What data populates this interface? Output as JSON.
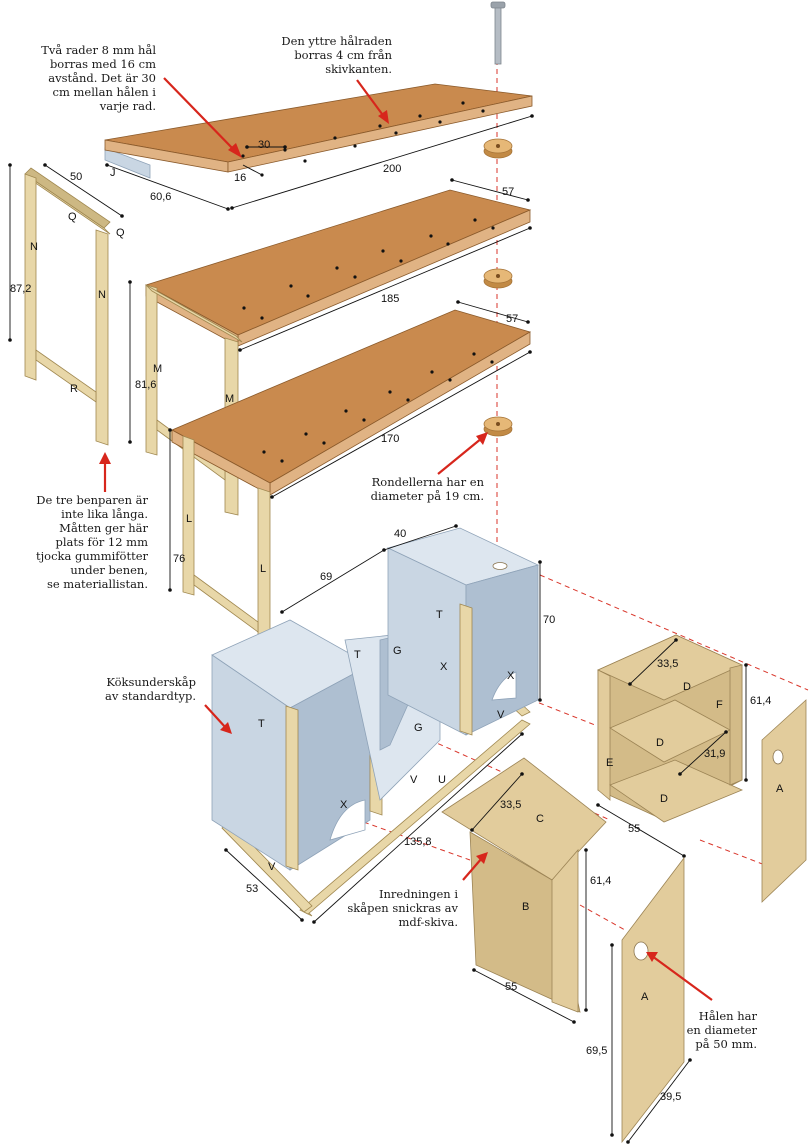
{
  "notes": {
    "holes": [
      "Två rader 8 mm hål",
      "borras med 16 cm",
      "avstånd. Det är 30",
      "cm mellan hålen i",
      "varje rad."
    ],
    "outer_row": [
      "Den yttre hålraden",
      "borras 4 cm från",
      "skivkanten."
    ],
    "legs": [
      "De tre benparen är",
      "inte lika långa.",
      "Måtten ger här",
      "plats för 12 mm",
      "tjocka gummifötter",
      "under benen,",
      "se materiallistan."
    ],
    "discs": [
      "Rondellerna har en",
      "diameter på 19 cm."
    ],
    "cabinet": [
      "Köksunderskåp",
      "av standardtyp."
    ],
    "interior": [
      "Inredningen i",
      "skåpen snickras av",
      "mdf-skiva."
    ],
    "hole50": [
      "Hålen har",
      "en diameter",
      "på 50 mm."
    ]
  },
  "dims": {
    "top_len": "200",
    "top_depth": "60,6",
    "hole_spacing": "30",
    "hole_offset": "16",
    "mid_len": "185",
    "mid_depth": "57",
    "low_len": "170",
    "low_depth": "57",
    "frame_w": "50",
    "frame_h": "87,2",
    "mid_h": "81,6",
    "low_h": "76",
    "cab_depth": "69",
    "cab_w": "40",
    "cab_h": "70",
    "base_len": "135,8",
    "base_w": "53",
    "shelf_d_w": "33,5",
    "shelf_h": "61,4",
    "shelf_inner": "31,9",
    "shelf_depth": "55",
    "b_w": "33,5",
    "b_h": "61,4",
    "b_d": "55",
    "a_h": "69,5",
    "a_w": "39,5"
  },
  "labels": {
    "J": "J",
    "Q": "Q",
    "N": "N",
    "R": "R",
    "M": "M",
    "L": "L",
    "T": "T",
    "G": "G",
    "X": "X",
    "V": "V",
    "U": "U",
    "D": "D",
    "F": "F",
    "E": "E",
    "C": "C",
    "B": "B",
    "A": "A"
  },
  "colors": {
    "arrow": "#d7261c",
    "wood": "#c98a4e",
    "pine": "#e8d7a8",
    "cabinet": "#c9d6e3",
    "mdf": "#e2cc9c"
  }
}
